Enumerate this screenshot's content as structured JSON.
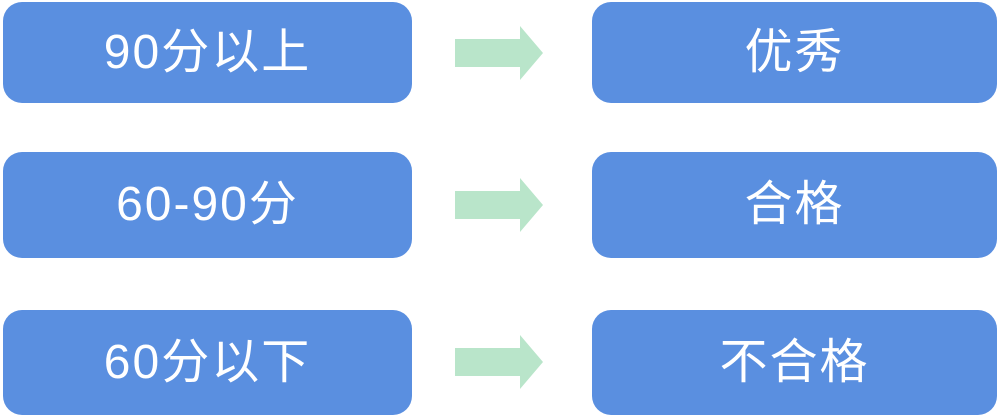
{
  "diagram": {
    "description": "score to grade mapping",
    "rows": [
      {
        "range": "90分以上",
        "grade": "优秀"
      },
      {
        "range": "60-90分",
        "grade": "合格"
      },
      {
        "range": "60分以下",
        "grade": "不合格"
      }
    ],
    "colors": {
      "box-color": "#5a8fe0",
      "arrow-color": "#b9e5ca",
      "text-color": "#ffffff"
    }
  }
}
